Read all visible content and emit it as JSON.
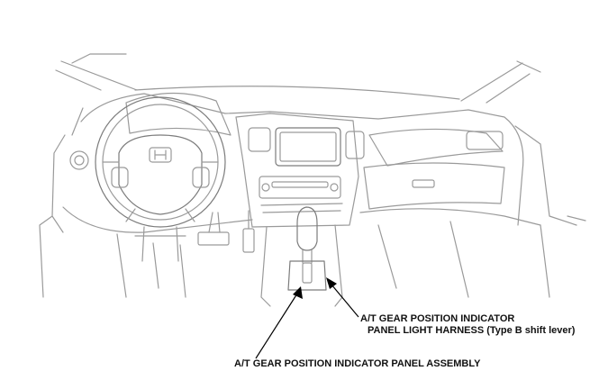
{
  "callouts": {
    "harness": {
      "line1": "A/T GEAR POSITION INDICATOR",
      "line2": "PANEL LIGHT HARNESS (Type B shift lever)"
    },
    "panel_assembly": "A/T GEAR POSITION INDICATOR PANEL ASSEMBLY"
  },
  "colors": {
    "outline": "#9a9a9a",
    "arrow": "#000000",
    "text": "#111111"
  }
}
